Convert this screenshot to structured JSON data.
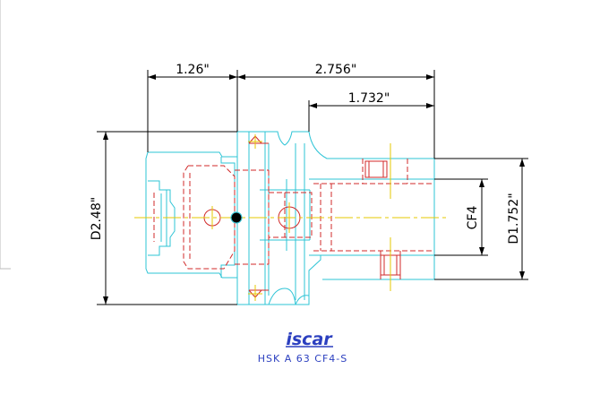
{
  "drawing": {
    "dimensions": {
      "top_left": "1.26\"",
      "top_right": "2.756\"",
      "top_inner": "1.732\"",
      "left_vertical": "D2.48\"",
      "right_outer": "D1.752\"",
      "right_inner": "CF4"
    },
    "logo_text": "iscar",
    "part_number": "HSK A 63 CF4-S"
  },
  "colors": {
    "outline": "#2ec4d6",
    "hidden": "#d12a2a",
    "center": "#e6c800",
    "dimension": "#000000",
    "logo": "#2b3fbf"
  }
}
